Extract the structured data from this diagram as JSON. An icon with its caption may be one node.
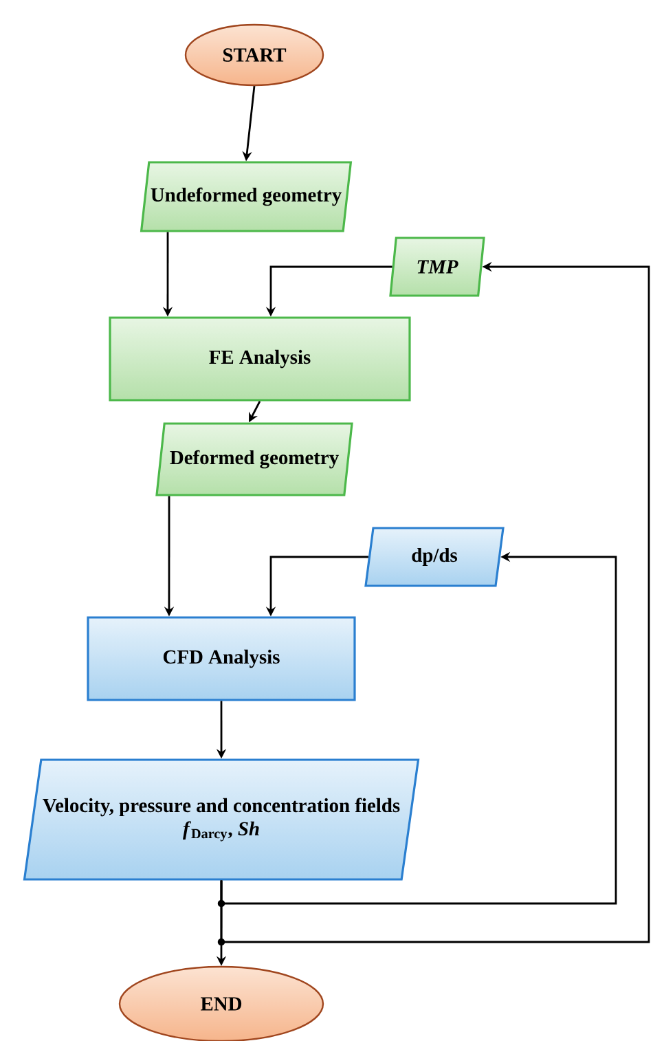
{
  "diagram": {
    "nodes": [
      {
        "text": [
          "START"
        ]
      },
      {
        "text": [
          "Undeformed geometry"
        ]
      },
      {
        "text": [
          "TMP"
        ]
      },
      {
        "text": [
          "FE Analysis"
        ]
      },
      {
        "text": [
          "Deformed geometry"
        ]
      },
      {
        "text": [
          "dp/ds"
        ]
      },
      {
        "text": [
          "CFD Analysis"
        ]
      },
      {
        "text": [
          "Velocity, pressure and concentration fields",
          "*f*$_{Darcy}$, *Sh*"
        ]
      },
      {
        "text": [
          "END"
        ]
      }
    ],
    "edges": [
      {
        "from": 0,
        "to": 1,
        "arrow": "to"
      },
      {
        "from": 1,
        "to": 3,
        "arrow": "to"
      },
      {
        "from": 2,
        "to": 3,
        "arrow": "to"
      },
      {
        "from": 3,
        "to": 4,
        "arrow": "to"
      },
      {
        "from": 4,
        "to": 6,
        "arrow": "to"
      },
      {
        "from": 5,
        "to": 6,
        "arrow": "to"
      },
      {
        "from": 6,
        "to": 7,
        "arrow": "to"
      },
      {
        "from": 7,
        "to": 8,
        "arrow": "to"
      },
      {
        "from": 7,
        "to": 5,
        "arrow": "to"
      },
      {
        "from": 7,
        "to": 2,
        "arrow": "to"
      }
    ]
  }
}
